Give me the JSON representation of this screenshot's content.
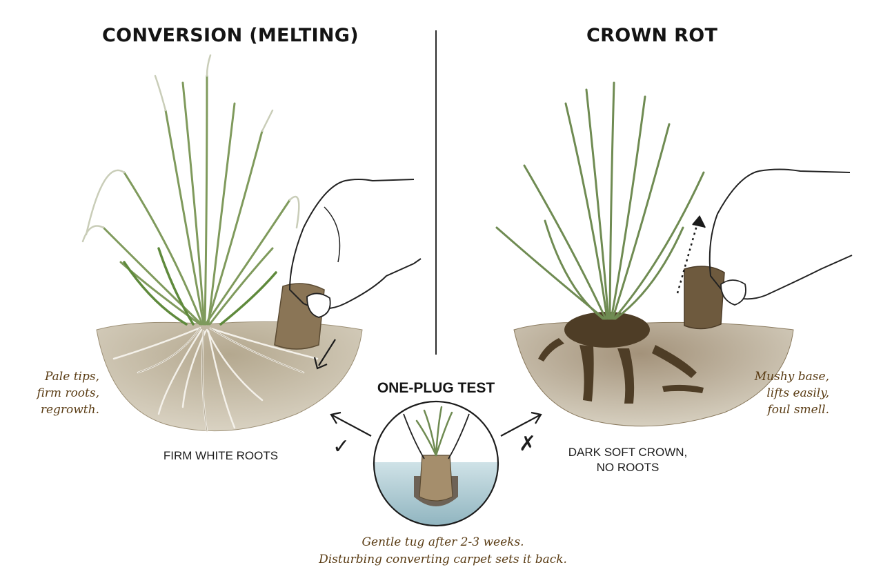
{
  "left_panel": {
    "title": "CONVERSION (MELTING)",
    "note_lines": [
      "Pale tips,",
      "firm roots,",
      "regrowth."
    ],
    "caption": "FIRM WHITE ROOTS"
  },
  "right_panel": {
    "title": "CROWN ROT",
    "note_lines": [
      "Mushy base,",
      "lifts easily,",
      "foul smell."
    ],
    "caption_lines": [
      "DARK SOFT CROWN,",
      "NO ROOTS"
    ]
  },
  "test": {
    "title": "ONE-PLUG TEST",
    "note_lines": [
      "Gentle tug after 2-3 weeks.",
      "Disturbing converting carpet sets it back."
    ],
    "ok_mark": "✓",
    "fail_mark": "✗"
  },
  "colors": {
    "leaf_green": "#7f9a5c",
    "leaf_pale": "#c9cdb8",
    "soil": "#8a7d62",
    "rot_brown": "#4e3d26",
    "water": "#a9c6cf",
    "ink": "#1b1b1b"
  }
}
